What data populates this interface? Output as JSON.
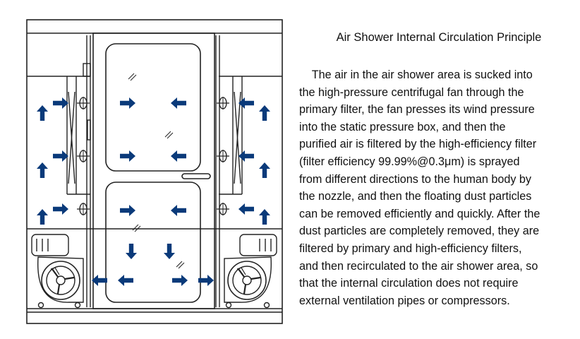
{
  "title": "Air Shower Internal Circulation Principle",
  "description_lines": [
    "    The air in the air shower area is sucked into",
    "the high-pressure centrifugal fan through the",
    "primary filter, the fan presses its wind pressure",
    "into the static pressure box, and then the",
    "purified air is filtered by the high-efficiency filter",
    "(filter efficiency 99.99%@0.3μm) is sprayed",
    "from different directions to the human body by",
    "the nozzle, and then the floating dust particles",
    "can be removed efficiently and quickly. After the",
    "dust particles are completely removed, they are",
    "filtered by primary and high-efficiency filters,",
    "and then recirculated to the air shower area, so",
    "that the internal circulation does not require",
    "external ventilation pipes or compressors."
  ],
  "colors": {
    "arrow": "#0a3a7a",
    "line": "#222222"
  },
  "icons": [
    "up-arrow-icon",
    "right-arrow-icon",
    "left-arrow-icon",
    "down-arrow-icon",
    "fan-icon",
    "glass-reflection-icon"
  ]
}
